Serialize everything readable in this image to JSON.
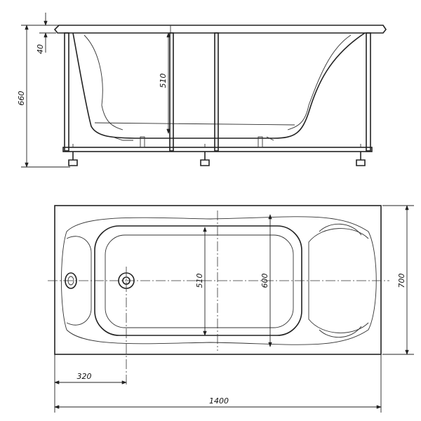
{
  "drawing": {
    "side_view": {
      "dimensions": {
        "total_height": "660",
        "rim_thickness": "40",
        "inner_depth": "510"
      }
    },
    "top_view": {
      "dimensions": {
        "inner_width": "510",
        "bowl_width": "600",
        "total_width": "700",
        "drain_offset": "320",
        "total_length": "1400"
      }
    },
    "line_color": "#222222"
  }
}
